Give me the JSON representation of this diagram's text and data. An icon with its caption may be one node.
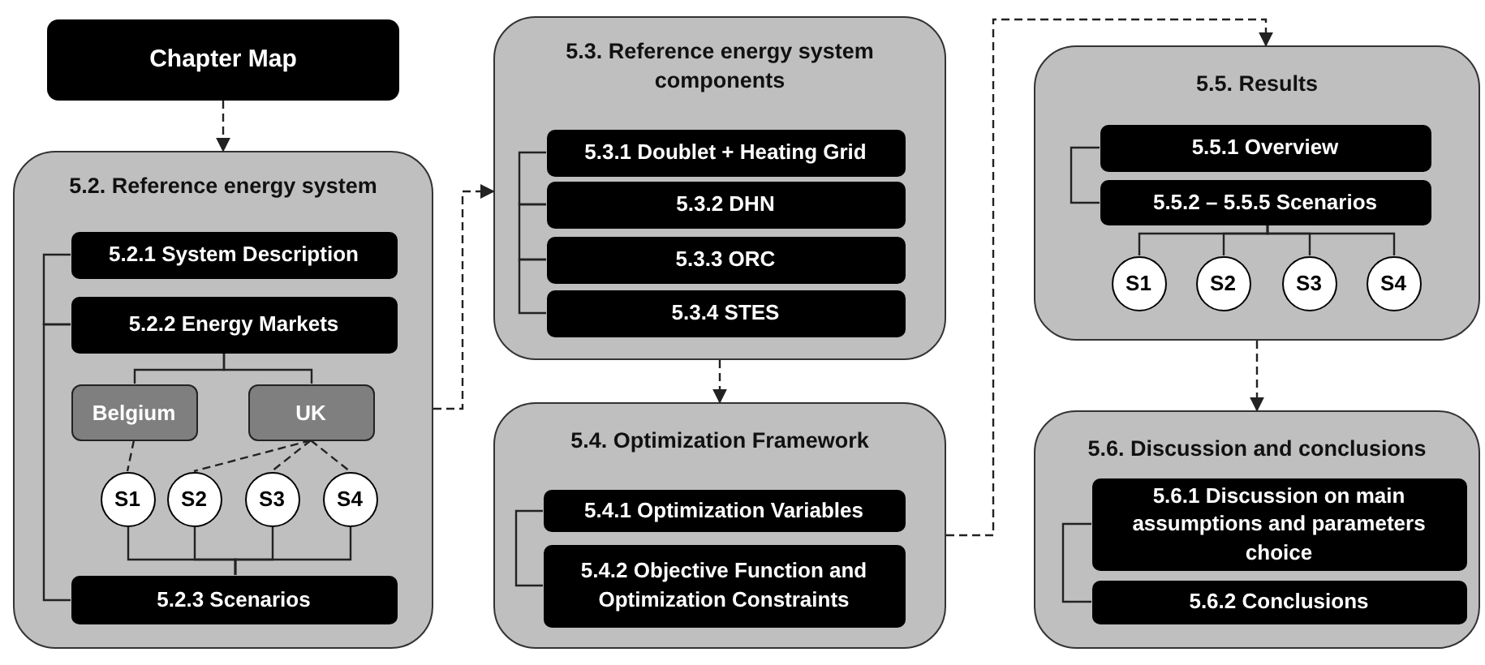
{
  "diagram": {
    "nodes": [
      {
        "text": [
          "Chapter Map"
        ]
      },
      {
        "text": [
          "5.2. Reference energy system"
        ]
      },
      {
        "text": [
          "5.2.1 System Description"
        ],
        "in": 1
      },
      {
        "text": [
          "5.2.2 Energy Markets"
        ],
        "in": 1
      },
      {
        "text": [
          "Belgium"
        ],
        "in": 1
      },
      {
        "text": [
          "UK"
        ],
        "in": 1
      },
      {
        "text": [
          "S1"
        ],
        "in": 1
      },
      {
        "text": [
          "S2"
        ],
        "in": 1
      },
      {
        "text": [
          "S3"
        ],
        "in": 1
      },
      {
        "text": [
          "S4"
        ],
        "in": 1
      },
      {
        "text": [
          "5.2.3 Scenarios"
        ],
        "in": 1
      },
      {
        "text": [
          "5.3. Reference energy system components"
        ]
      },
      {
        "text": [
          "5.3.1 Doublet + Heating Grid"
        ],
        "in": 11
      },
      {
        "text": [
          "5.3.2 DHN"
        ],
        "in": 11
      },
      {
        "text": [
          "5.3.3 ORC"
        ],
        "in": 11
      },
      {
        "text": [
          "5.3.4 STES"
        ],
        "in": 11
      },
      {
        "text": [
          "5.4. Optimization Framework"
        ]
      },
      {
        "text": [
          "5.4.1 Optimization Variables"
        ],
        "in": 16
      },
      {
        "text": [
          "5.4.2 Objective Function and Optimization Constraints"
        ],
        "in": 16
      },
      {
        "text": [
          "5.5. Results"
        ]
      },
      {
        "text": [
          "5.5.1 Overview"
        ],
        "in": 19
      },
      {
        "text": [
          "5.5.2 – 5.5.5 Scenarios"
        ],
        "in": 19
      },
      {
        "text": [
          "S1"
        ],
        "in": 19
      },
      {
        "text": [
          "S2"
        ],
        "in": 19
      },
      {
        "text": [
          "S3"
        ],
        "in": 19
      },
      {
        "text": [
          "S4"
        ],
        "in": 19
      },
      {
        "text": [
          "5.6. Discussion and conclusions"
        ]
      },
      {
        "text": [
          "5.6.1 Discussion on main assumptions and parameters choice"
        ],
        "in": 26
      },
      {
        "text": [
          "5.6.2 Conclusions"
        ],
        "in": 26
      }
    ],
    "edges": [
      {
        "from": 0,
        "to": 1,
        "arrow": "to",
        "style": "dashed"
      },
      {
        "from": 1,
        "to": 11,
        "arrow": "to",
        "style": "dashed"
      },
      {
        "from": 11,
        "to": 16,
        "arrow": "to",
        "style": "dashed"
      },
      {
        "from": 16,
        "to": 19,
        "arrow": "to",
        "style": "dashed"
      },
      {
        "from": 19,
        "to": 26,
        "arrow": "to",
        "style": "dashed"
      },
      {
        "from": 2,
        "to": 3,
        "arrow": "none"
      },
      {
        "from": 3,
        "to": 10,
        "arrow": "none"
      },
      {
        "from": 3,
        "to": 4,
        "arrow": "none"
      },
      {
        "from": 3,
        "to": 5,
        "arrow": "none"
      },
      {
        "from": 4,
        "to": 6,
        "arrow": "none",
        "style": "dashed"
      },
      {
        "from": 5,
        "to": 7,
        "arrow": "none",
        "style": "dashed"
      },
      {
        "from": 5,
        "to": 8,
        "arrow": "none",
        "style": "dashed"
      },
      {
        "from": 5,
        "to": 9,
        "arrow": "none",
        "style": "dashed"
      },
      {
        "from": 6,
        "to": 10,
        "arrow": "none"
      },
      {
        "from": 7,
        "to": 10,
        "arrow": "none"
      },
      {
        "from": 8,
        "to": 10,
        "arrow": "none"
      },
      {
        "from": 9,
        "to": 10,
        "arrow": "none"
      },
      {
        "from": 12,
        "to": 13,
        "arrow": "none"
      },
      {
        "from": 13,
        "to": 14,
        "arrow": "none"
      },
      {
        "from": 14,
        "to": 15,
        "arrow": "none"
      },
      {
        "from": 17,
        "to": 18,
        "arrow": "none"
      },
      {
        "from": 20,
        "to": 21,
        "arrow": "none"
      },
      {
        "from": 21,
        "to": 22,
        "arrow": "none"
      },
      {
        "from": 21,
        "to": 23,
        "arrow": "none"
      },
      {
        "from": 21,
        "to": 24,
        "arrow": "none"
      },
      {
        "from": 21,
        "to": 25,
        "arrow": "none"
      },
      {
        "from": 27,
        "to": 28,
        "arrow": "none"
      }
    ]
  }
}
